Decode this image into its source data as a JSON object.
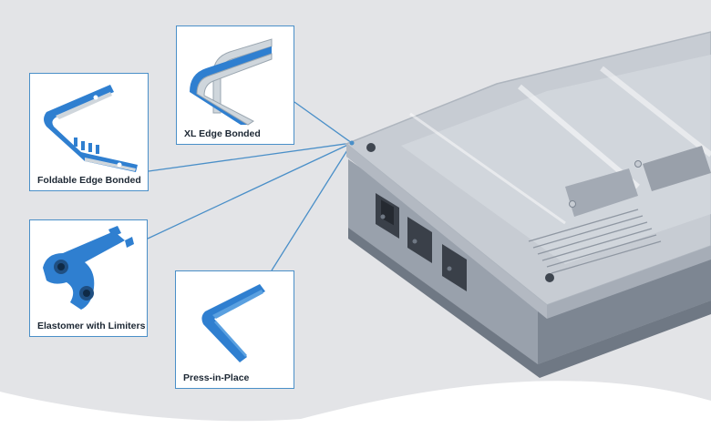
{
  "colors": {
    "gasket_blue": "#2f7fd0",
    "connector_line": "#4a8fc8",
    "housing_grey": "#8d96a2",
    "background_swoosh": "#e3e4e7"
  },
  "callouts": [
    {
      "id": "xl",
      "label": "XL Edge Bonded"
    },
    {
      "id": "fold",
      "label": "Foldable Edge Bonded"
    },
    {
      "id": "elast",
      "label": "Elastomer with Limiters"
    },
    {
      "id": "press",
      "label": "Press-in-Place"
    }
  ]
}
